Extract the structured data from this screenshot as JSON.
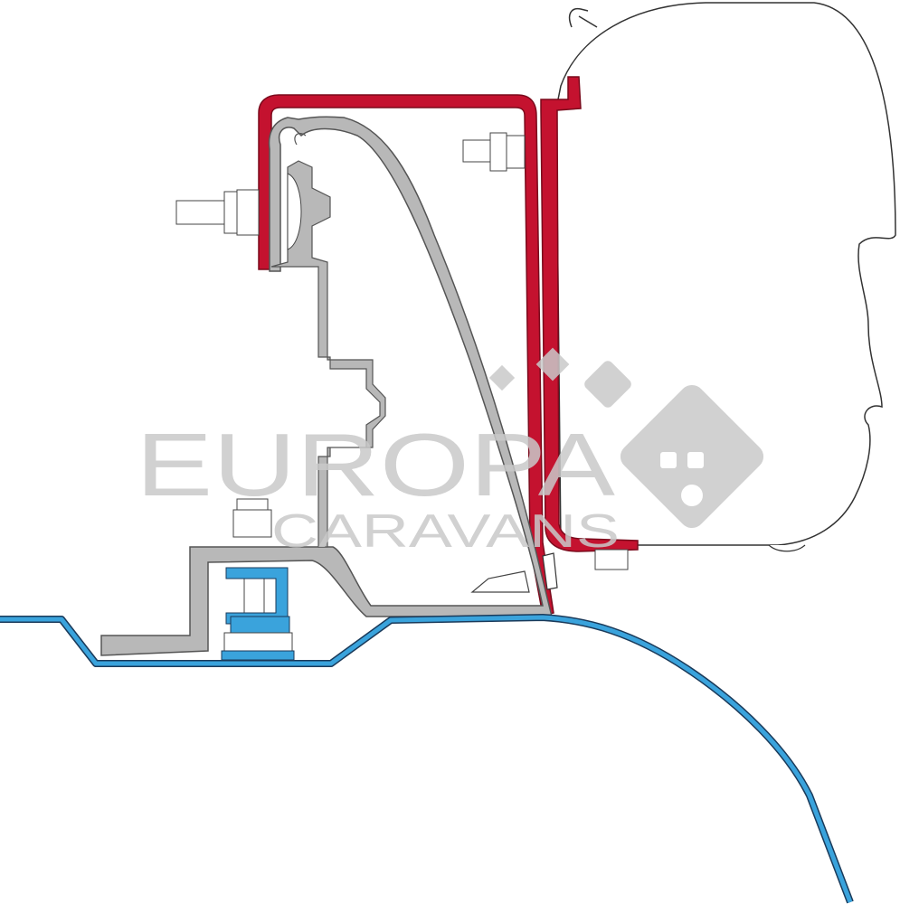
{
  "diagram": {
    "parts": [
      "awning-cassette",
      "red-mounting-bracket",
      "red-hook-rail",
      "aluminium-adapter-profile",
      "bolts",
      "vehicle-roof"
    ],
    "colors": {
      "bracket": "#c4122f",
      "bracket_dark": "#7a0a1c",
      "profile": "#b8b8b8",
      "profile_outline": "#555555",
      "roof": "#3aa3dc",
      "roof_outline": "#1a3a5a",
      "outline": "#333333",
      "watermark": "#c9c9c9"
    }
  },
  "watermark": {
    "line1": "EUROPA",
    "line2": "CARAVANS"
  }
}
